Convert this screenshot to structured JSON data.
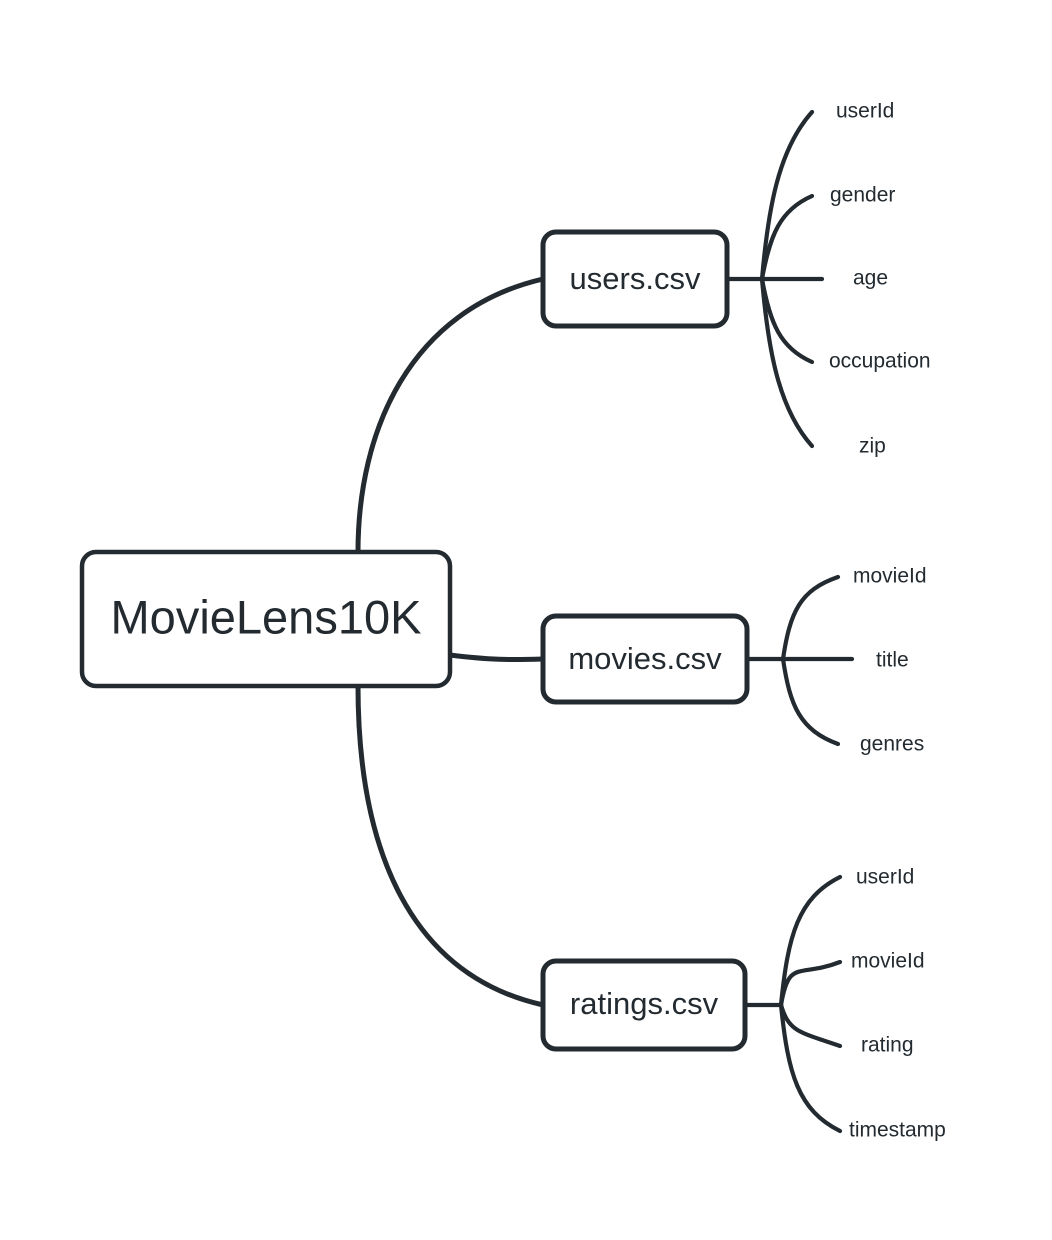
{
  "diagram": {
    "type": "mindmap",
    "title": "MovieLens10K dataset structure",
    "background_color": "#ffffff",
    "stroke_color": "#232b31",
    "text_color": "#232b31"
  },
  "root": {
    "label": "MovieLens10K"
  },
  "branches": [
    {
      "label": "users.csv",
      "leaves": [
        {
          "label": "userId"
        },
        {
          "label": "gender"
        },
        {
          "label": "age"
        },
        {
          "label": "occupation"
        },
        {
          "label": "zip"
        }
      ]
    },
    {
      "label": "movies.csv",
      "leaves": [
        {
          "label": "movieId"
        },
        {
          "label": "title"
        },
        {
          "label": "genres"
        }
      ]
    },
    {
      "label": "ratings.csv",
      "leaves": [
        {
          "label": "userId"
        },
        {
          "label": "movieId"
        },
        {
          "label": "rating"
        },
        {
          "label": "timestamp"
        }
      ]
    }
  ]
}
